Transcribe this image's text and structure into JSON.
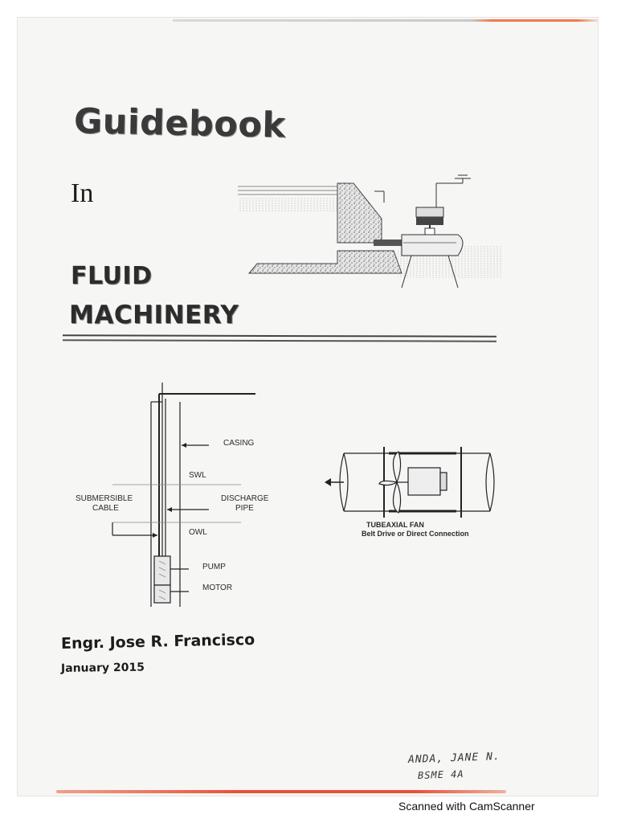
{
  "cover": {
    "title_line1": "Guidebook",
    "title_line2": "In",
    "title_line3": "FLUID",
    "title_line4": "MACHINERY"
  },
  "well_diagram": {
    "casing": "CASING",
    "swl": "SWL",
    "submersible_cable_1": "SUBMERSIBLE",
    "submersible_cable_2": "CABLE",
    "discharge_pipe_1": "DISCHARGE",
    "discharge_pipe_2": "PIPE",
    "owl": "OWL",
    "pump": "PUMP",
    "motor": "MOTOR"
  },
  "fan_diagram": {
    "title": "TUBEAXIAL FAN",
    "subtitle": "Belt Drive or Direct Connection"
  },
  "author": "Engr. Jose R. Francisco",
  "date": "January 2015",
  "handwriting": {
    "name": "ANDA, JANE N.",
    "section": "BSME 4A"
  },
  "watermark": "Scanned with CamScanner"
}
